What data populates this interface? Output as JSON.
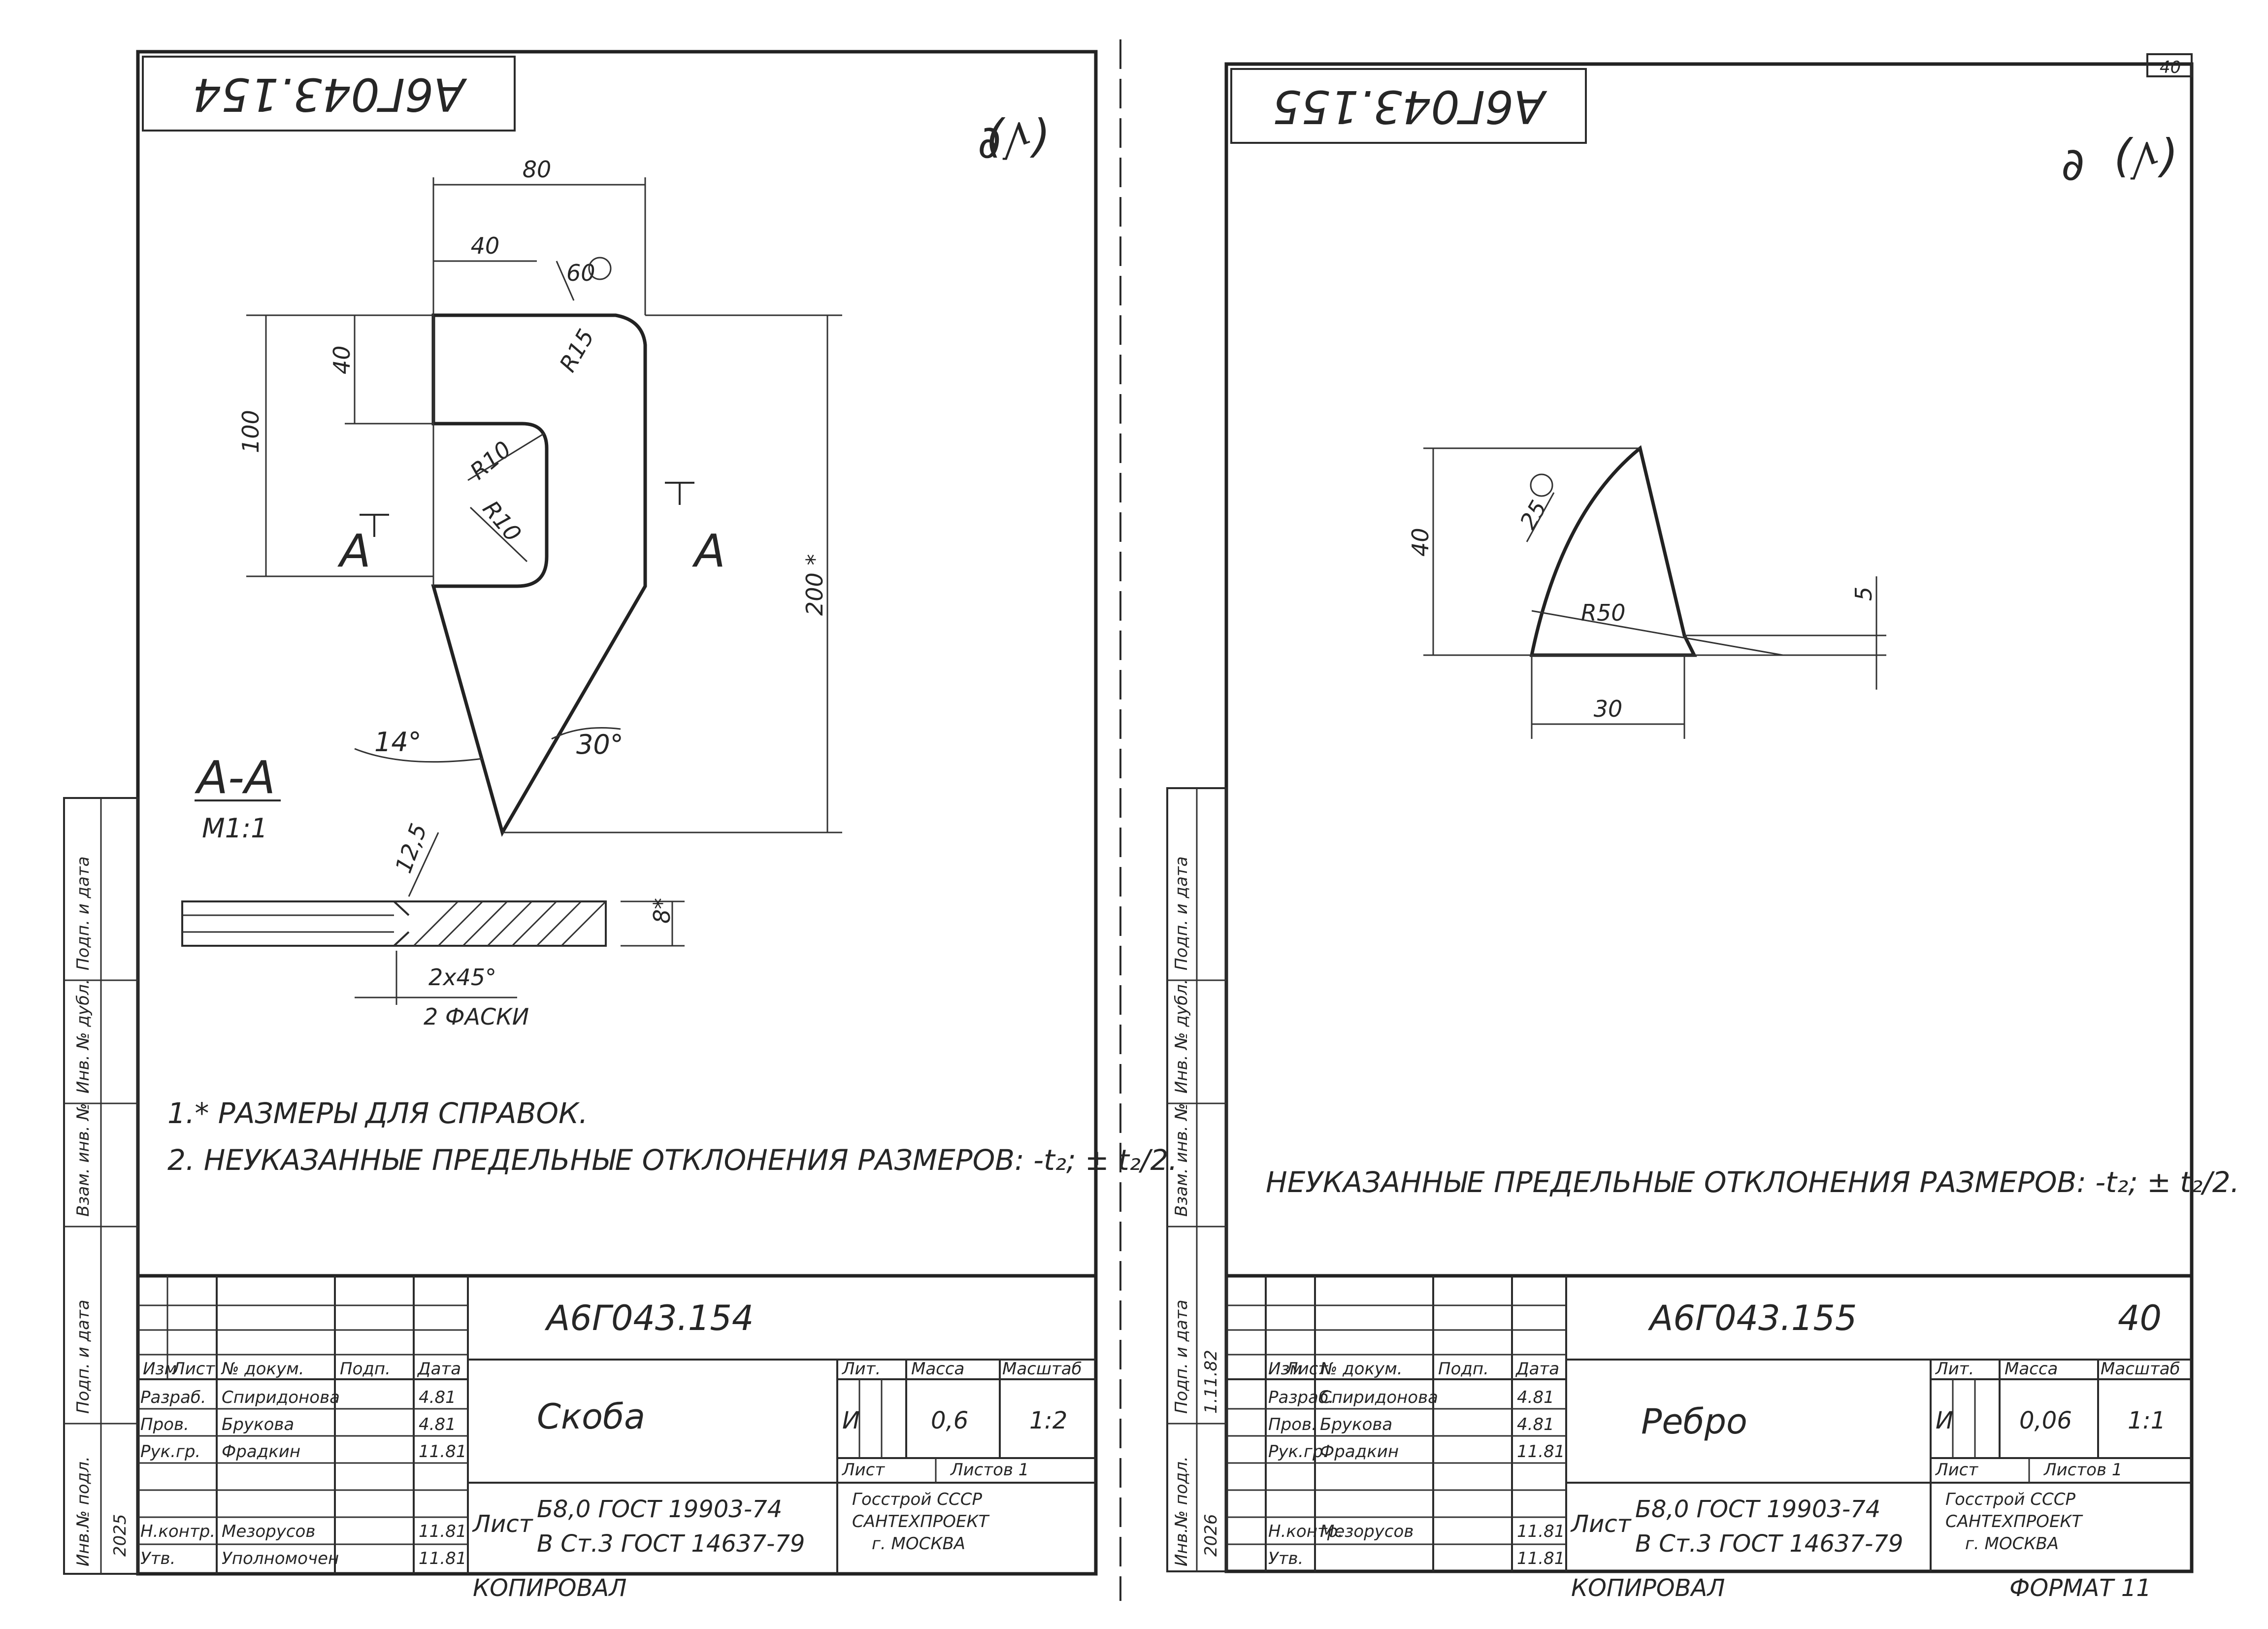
{
  "left_sheet": {
    "rotated_code": "А6Г043.154",
    "roughness": "(√)",
    "dimensions": {
      "d80": "80",
      "d40_top": "40",
      "d60": "60",
      "r15": "R15",
      "d40_left": "40",
      "d100": "100",
      "r10_a": "R10",
      "r10_b": "R10",
      "d200": "200 *",
      "a14": "14°",
      "a30": "30°",
      "d12_5": "12,5",
      "d8": "8*",
      "chamfer": "2x45°",
      "chamfer_note": "2 ФАСКИ"
    },
    "section_a_left": "A",
    "section_a_right": "A",
    "section_title": "А-А",
    "section_scale": "М1:1",
    "notes": [
      "1.* РАЗМЕРЫ ДЛЯ СПРАВОК.",
      "2. НЕУКАЗАННЫЕ ПРЕДЕЛЬНЫЕ ОТКЛОНЕНИЯ РАЗМЕРОВ: -t₂; ± t₂/2."
    ],
    "title_block": {
      "code": "А6Г043.154",
      "name": "Скоба",
      "col_headers": [
        "Изм",
        "Лист",
        "№ докум.",
        "Подп.",
        "Дата"
      ],
      "rows": [
        [
          "Разраб.",
          "Спиридонова",
          "",
          "4.81"
        ],
        [
          "Пров.",
          "Брукова",
          "",
          "4.81"
        ],
        [
          "Рук.гр.",
          "Фрадкин",
          "",
          "11.81"
        ],
        [
          "",
          "",
          "",
          ""
        ],
        [
          "Н.контр.",
          "Мезорусов",
          "",
          "11.81"
        ],
        [
          "Утв.",
          "Уполномочен",
          "",
          "11.81"
        ]
      ],
      "lit_label": "Лит.",
      "mass_label": "Масса",
      "scale_label": "Масштаб",
      "lit_value": "И",
      "mass_value": "0,6",
      "scale_value": "1:2",
      "sheet_label": "Лист",
      "sheets_label": "Листов 1",
      "material_prefix": "Лист",
      "material_line1": "Б8,0 ГОСТ 19903-74",
      "material_line2": "В Ст.3 ГОСТ 14637-79",
      "org_line1": "Госстрой СССР",
      "org_line2": "САНТЕХПРОЕКТ",
      "org_line3": "г. МОСКВА",
      "copied": "КОПИРОВАЛ"
    },
    "side_strip": [
      "Инв.№ подл.",
      "2025",
      "Подп. и дата",
      "Взам. инв. №",
      "Инв. № дубл.",
      "Подп. и дата"
    ]
  },
  "right_sheet": {
    "rotated_code": "А6Г043.155",
    "roughness": "(√)",
    "sheet_number": "40",
    "dimensions": {
      "d40": "40",
      "d25": "25",
      "r50": "R50",
      "d5": "5",
      "d30": "30"
    },
    "note": "НЕУКАЗАННЫЕ ПРЕДЕЛЬНЫЕ ОТКЛОНЕНИЯ РАЗМЕРОВ: -t₂; ± t₂/2.",
    "title_block": {
      "code": "А6Г043.155",
      "extra": "40",
      "name": "Ребро",
      "col_headers": [
        "Изм",
        "Лист",
        "№ докум.",
        "Подп.",
        "Дата"
      ],
      "rows": [
        [
          "Разраб.",
          "Спиридонова",
          "",
          "4.81"
        ],
        [
          "Пров.",
          "Брукова",
          "",
          "4.81"
        ],
        [
          "Рук.гр.",
          "Фрадкин",
          "",
          "11.81"
        ],
        [
          "",
          "",
          "",
          ""
        ],
        [
          "Н.контр.",
          "Мезорусов",
          "",
          "11.81"
        ],
        [
          "Утв.",
          "",
          "",
          "11.81"
        ]
      ],
      "lit_label": "Лит.",
      "mass_label": "Масса",
      "scale_label": "Масштаб",
      "lit_value": "И",
      "mass_value": "0,06",
      "scale_value": "1:1",
      "sheet_label": "Лист",
      "sheets_label": "Листов 1",
      "material_prefix": "Лист",
      "material_line1": "Б8,0 ГОСТ 19903-74",
      "material_line2": "В Ст.3 ГОСТ 14637-79",
      "org_line1": "Госстрой СССР",
      "org_line2": "САНТЕХПРОЕКТ",
      "org_line3": "г. МОСКВА",
      "copied": "КОПИРОВАЛ",
      "format": "ФОРМАТ 11"
    },
    "side_strip": [
      "Инв.№ подл.",
      "2026",
      "Подп. и дата",
      "Взам. инв. №",
      "Инв. № дубл.",
      "Подп. и дата",
      "1.11.82"
    ]
  }
}
